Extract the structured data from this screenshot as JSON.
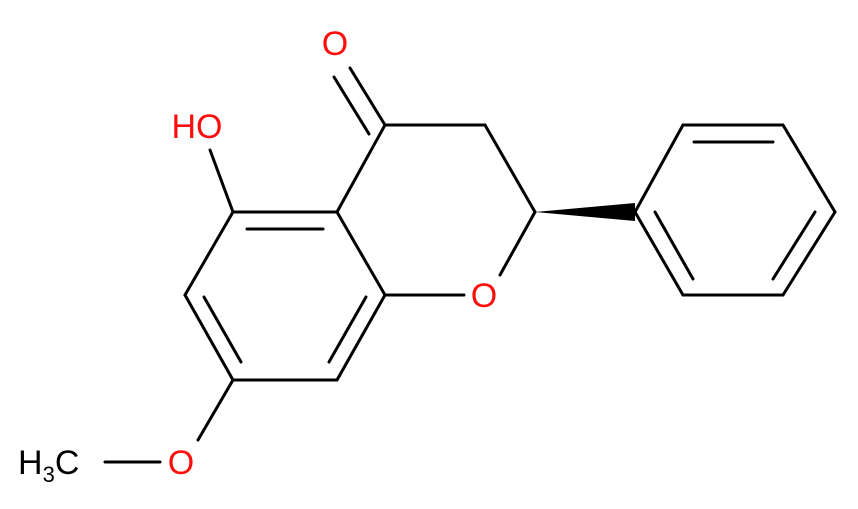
{
  "molecule": {
    "atoms": {
      "carbonyl_oxygen": {
        "label": "O",
        "color": "#ff0d0d"
      },
      "hydroxyl": {
        "label": "HO",
        "color": "#ff0d0d"
      },
      "ring_oxygen": {
        "label": "O",
        "color": "#ff0d0d"
      },
      "ether_oxygen": {
        "label": "O",
        "color": "#ff0d0d"
      },
      "methyl": {
        "label": "H",
        "subscript": "3",
        "suffix": "C",
        "color": "#000000"
      }
    },
    "bond_color": "#000000"
  }
}
